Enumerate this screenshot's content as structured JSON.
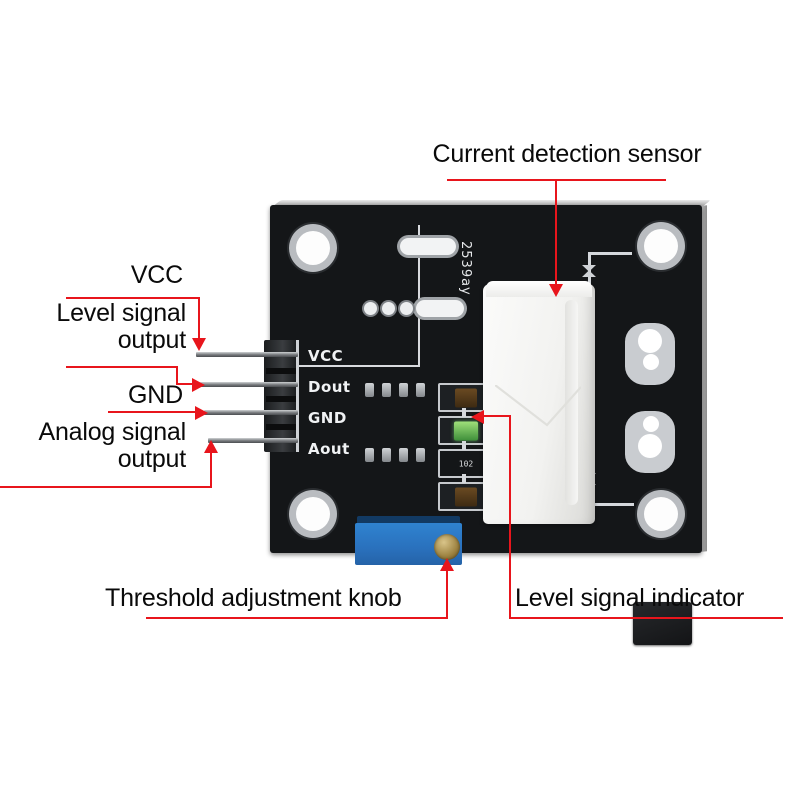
{
  "image": {
    "subject": "Current detection sensor module PCB",
    "background_color": "#ffffff",
    "annotation_color": "#e8151c",
    "text_color": "#0a0a0a"
  },
  "annotations": [
    {
      "id": "current-detection-sensor",
      "label": "Current detection sensor",
      "position": "top",
      "points_to": "white current sensor block"
    },
    {
      "id": "vcc",
      "label": "VCC",
      "position": "left",
      "points_to": "pin 1"
    },
    {
      "id": "level-signal-output",
      "label": "Level signal\noutput",
      "position": "left",
      "points_to": "pin 2 (Dout)"
    },
    {
      "id": "gnd",
      "label": "GND",
      "position": "left",
      "points_to": "pin 3"
    },
    {
      "id": "analog-signal-output",
      "label": "Analog signal\noutput",
      "position": "left",
      "points_to": "pin 4 (Aout)"
    },
    {
      "id": "threshold-adjustment-knob",
      "label": "Threshold adjustment knob",
      "position": "bottom-left",
      "points_to": "blue trimmer potentiometer screw"
    },
    {
      "id": "level-signal-indicator",
      "label": "Level signal indicator",
      "position": "bottom-right",
      "points_to": "green LED"
    }
  ],
  "board": {
    "silkscreen_code": "2539ay",
    "pin_labels": [
      "VCC",
      "Dout",
      "GND",
      "Aout"
    ],
    "component_markings": [
      "102"
    ],
    "colors": {
      "pcb": "#141618",
      "sensor_block": "#f7f7f5",
      "trimmer": "#2a71bd",
      "trimmer_screw": "#9a7f3d",
      "silkscreen": "#e6e8ea"
    },
    "mounting_holes": 4,
    "terminal_pad_pairs": 2,
    "header_pins": 4
  }
}
